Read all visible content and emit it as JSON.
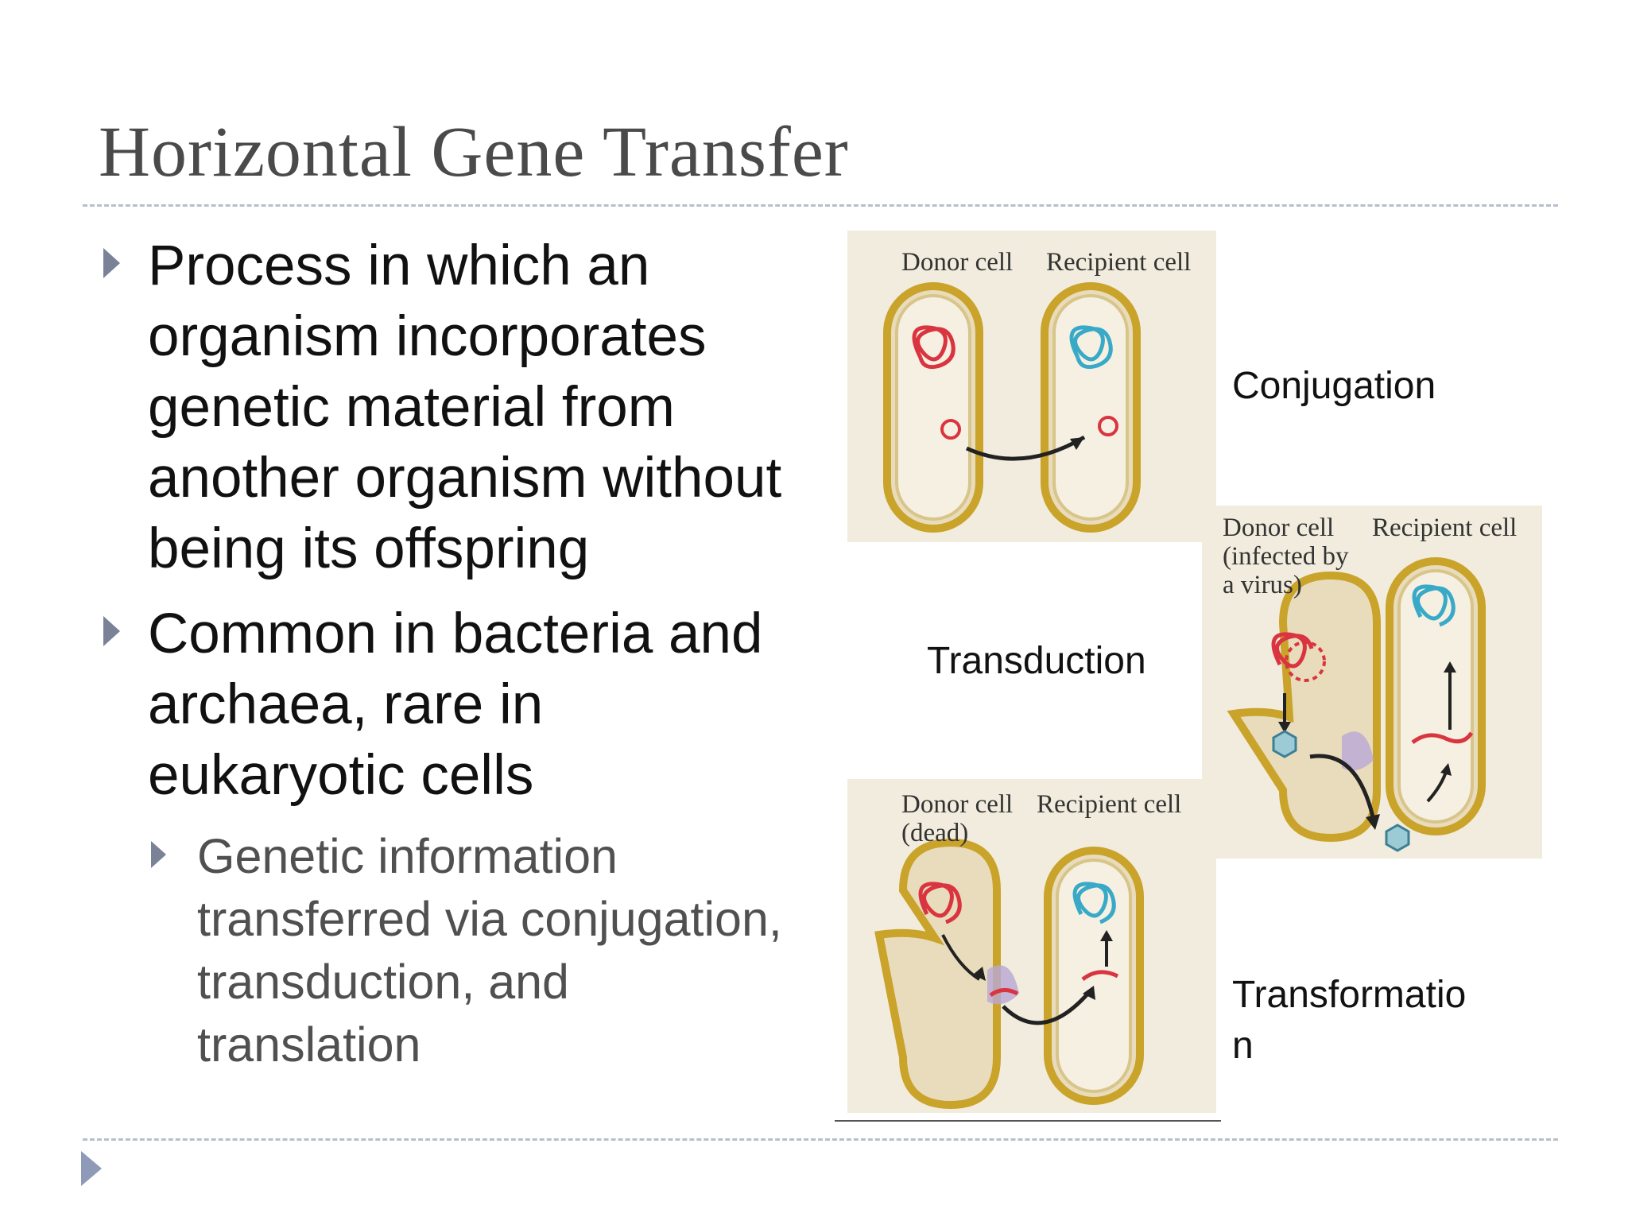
{
  "slide": {
    "title": "Horizontal Gene Transfer",
    "bullets": [
      "Process in which an organism incorporates genetic material from another organism without being its offspring",
      "Common in bacteria and archaea, rare in eukaryotic cells"
    ],
    "sub_bullets": [
      "Genetic information transferred via conjugation, transduction, and translation"
    ]
  },
  "figure": {
    "conjugation": {
      "donor_label": "Donor cell",
      "recipient_label": "Recipient cell",
      "caption": "Conjugation"
    },
    "transduction": {
      "donor_label": "Donor cell\n(infected by\na virus)",
      "recipient_label": "Recipient cell",
      "caption": "Transduction"
    },
    "transformation": {
      "donor_label": "Donor cell\n(dead)",
      "recipient_label": "Recipient cell",
      "caption": "Transformatio\nn"
    }
  },
  "colors": {
    "title": "#4a4a4a",
    "bullet_arrow": "#7a8298",
    "donor_dna": "#d9343f",
    "recipient_dna": "#39a9c8",
    "cell_wall": "#c9a32a",
    "panel_bg": "#f1ecdd"
  },
  "icons": [
    "bullet-arrow-icon",
    "footer-arrow-icon"
  ]
}
